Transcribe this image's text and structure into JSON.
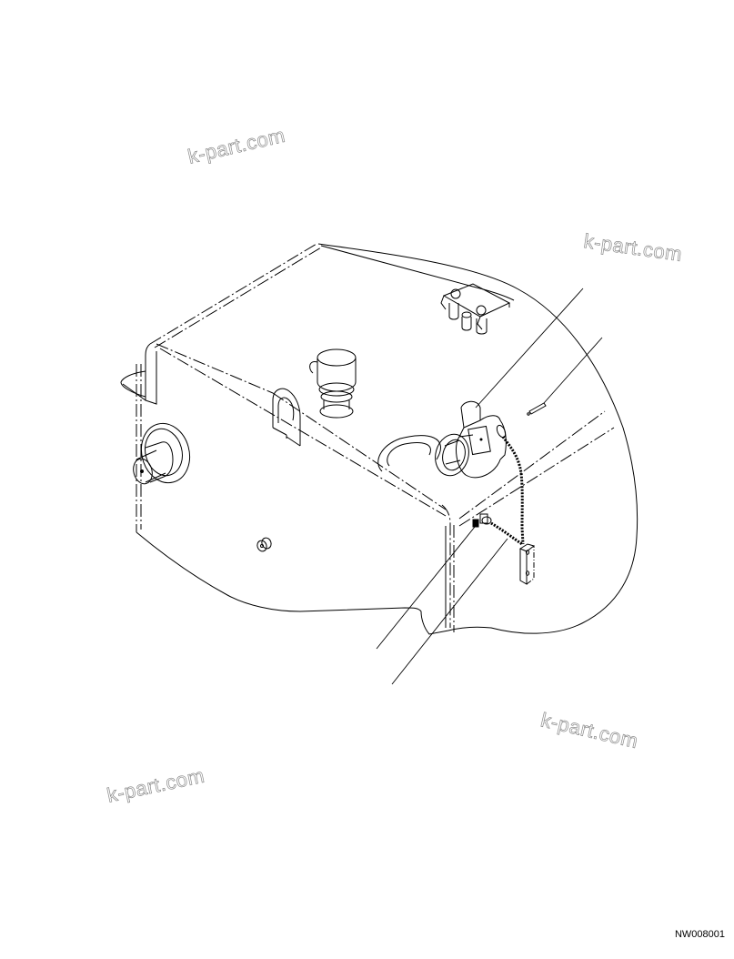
{
  "diagram": {
    "type": "exploded parts illustration",
    "subject": "tank with fill cap, chain and bracket",
    "line_color": "#000000",
    "background": "#ffffff",
    "leader_lines": 4,
    "components": [
      {
        "id": "tank-body",
        "label": "tank body"
      },
      {
        "id": "fill-cap",
        "label": "fill cap with knob"
      },
      {
        "id": "strainer-neck",
        "label": "filler neck"
      },
      {
        "id": "chain",
        "label": "retaining chain"
      },
      {
        "id": "chain-bracket",
        "label": "chain bracket"
      },
      {
        "id": "pin",
        "label": "pin"
      },
      {
        "id": "breather",
        "label": "breather"
      },
      {
        "id": "mounting-plate",
        "label": "sensor mounting plate"
      },
      {
        "id": "side-port",
        "label": "side port fitting"
      },
      {
        "id": "lifting-eye",
        "label": "lifting eye"
      },
      {
        "id": "drain-plug",
        "label": "small plug"
      }
    ]
  },
  "watermarks": [
    "k-part.com",
    "k-part.com",
    "k-part.com",
    "k-part.com"
  ],
  "figure_code": "NW008001"
}
